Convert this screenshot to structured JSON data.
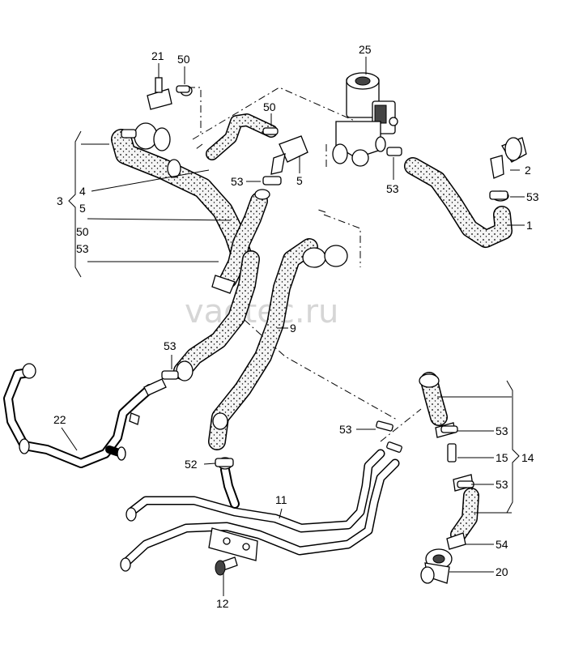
{
  "watermark": "vagtec.ru",
  "colors": {
    "ink": "#000000",
    "hose_texture": "#f1f1f1",
    "watermark": "#d6d6d6"
  },
  "callouts": {
    "c21": "21",
    "c50a": "50",
    "c25": "25",
    "c50b": "50",
    "c2": "2",
    "c53a": "53",
    "c1": "1",
    "c53b": "53",
    "c53c": "53",
    "c5a": "5",
    "c4": "4",
    "c3": "3",
    "c5b": "5",
    "c50c": "50",
    "c53d": "53",
    "c9": "9",
    "c53e": "53",
    "c22": "22",
    "c53f": "53",
    "c53g": "53",
    "c15": "15",
    "c14": "14",
    "c53h": "53",
    "c52": "52",
    "c11": "11",
    "c54": "54",
    "c20": "20",
    "c12": "12"
  }
}
